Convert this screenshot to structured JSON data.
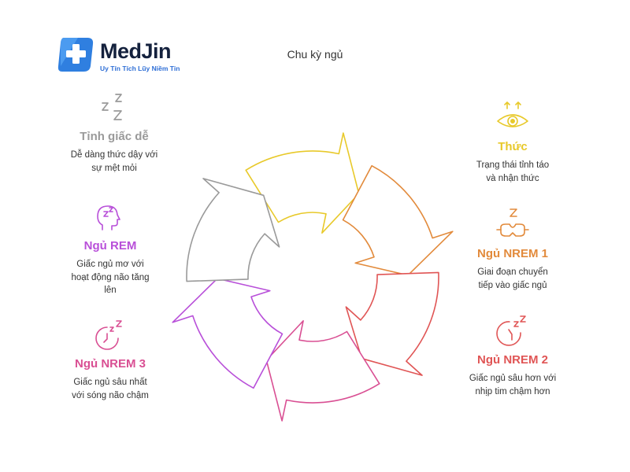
{
  "logo": {
    "name": "MedJin",
    "tagline": "Uy Tín Tích Lũy Niềm Tin",
    "brand_color": "#2f7fe0"
  },
  "title": "Chu kỳ ngủ",
  "stages": [
    {
      "id": "thuc",
      "label": "Thức",
      "desc_lines": [
        "Trạng thái tỉnh táo",
        "và nhận thức"
      ],
      "color": "#e8c92a",
      "icon": "eye-icon"
    },
    {
      "id": "nrem1",
      "label": "Ngủ NREM 1",
      "desc_lines": [
        "Giai đoạn chuyển",
        "tiếp vào giấc ngủ"
      ],
      "color": "#e28a3b",
      "icon": "sleep-mask-icon"
    },
    {
      "id": "nrem2",
      "label": "Ngủ NREM 2",
      "desc_lines": [
        "Giấc ngủ sâu hơn với",
        "nhịp tim chậm hơn"
      ],
      "color": "#e05555",
      "icon": "clock-sleep-icon"
    },
    {
      "id": "nrem3",
      "label": "Ngủ NREM 3",
      "desc_lines": [
        "Giấc ngủ sâu nhất",
        "với sóng não chậm"
      ],
      "color": "#d94f93",
      "icon": "clock-sleep-icon"
    },
    {
      "id": "rem",
      "label": "Ngủ REM",
      "desc_lines": [
        "Giấc ngủ mơ với",
        "hoạt động não tăng",
        "lên"
      ],
      "color": "#b84fd9",
      "icon": "head-dream-icon"
    },
    {
      "id": "tinh",
      "label": "Tỉnh giấc dễ",
      "desc_lines": [
        "Dễ dàng thức dậy với",
        "sự mệt mỏi"
      ],
      "color": "#9a9a9a",
      "icon": "zzz-icon"
    }
  ]
}
